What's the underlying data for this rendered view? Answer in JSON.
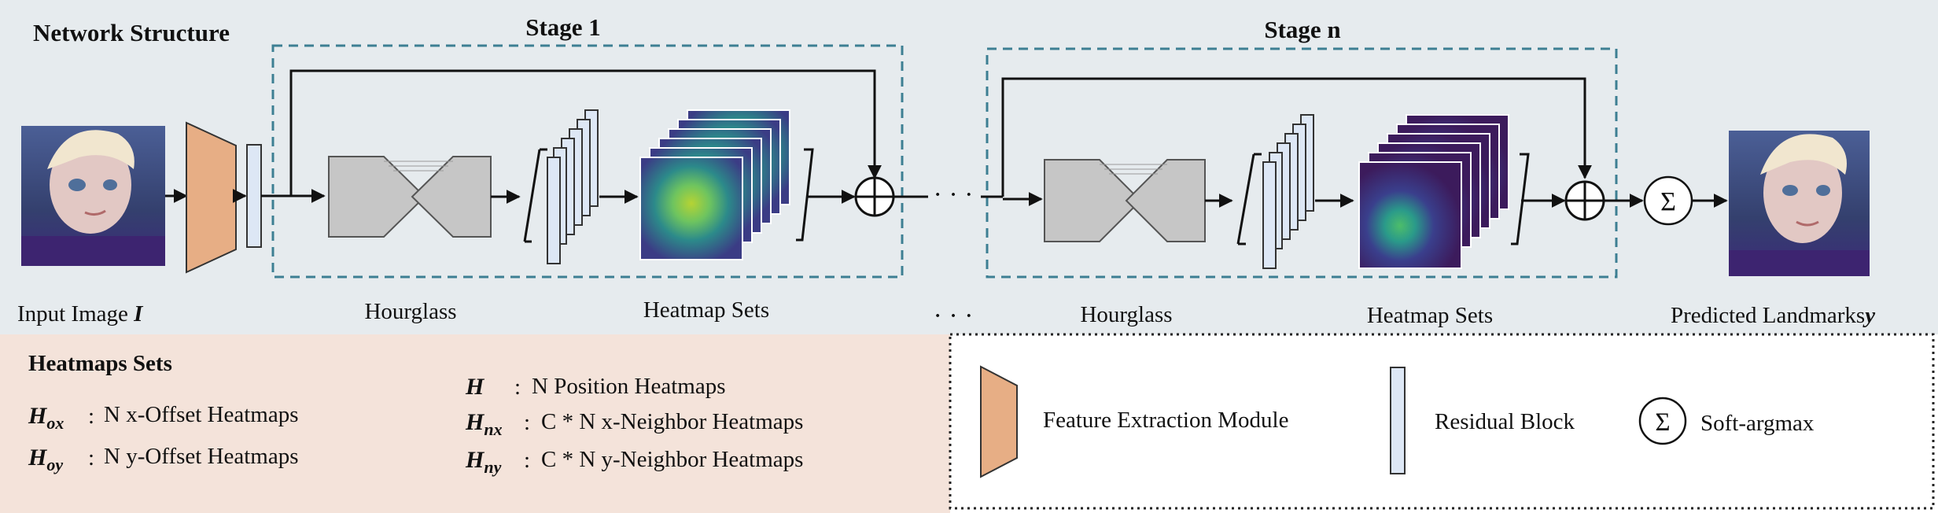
{
  "top": {
    "title": "Network Structure",
    "stage1": "Stage 1",
    "stagen": "Stage n",
    "input_label": "Input Image",
    "input_sym": "I",
    "hourglass1": "Hourglass",
    "heatmaps1": "Heatmap Sets",
    "ellipsis": "· · ·",
    "ellipsis2": "· · ·",
    "hourglass2": "Hourglass",
    "heatmaps2": "Heatmap Sets",
    "output_label": "Predicted Landmarks",
    "output_sym": "y"
  },
  "legend_left": {
    "title": "Heatmaps Sets",
    "items": [
      {
        "sym": "H",
        "sub": "ox",
        "sep": ":",
        "text": "N x-Offset Heatmaps"
      },
      {
        "sym": "H",
        "sub": "oy",
        "sep": ":",
        "text": "N y-Offset Heatmaps"
      },
      {
        "sym": "H",
        "sub": "",
        "sep": ":",
        "text": "N Position Heatmaps"
      },
      {
        "sym": "H",
        "sub": "nx",
        "sep": ":",
        "text": "C * N x-Neighbor Heatmaps"
      },
      {
        "sym": "H",
        "sub": "ny",
        "sep": ":",
        "text": "C * N y-Neighbor Heatmaps"
      }
    ]
  },
  "legend_right": {
    "feature": "Feature Extraction Module",
    "residual": "Residual Block",
    "softargmax": "Soft-argmax",
    "sigma": "Σ"
  },
  "colors": {
    "top_bg": "#e6ebee",
    "legend_left_bg": "#f4e3da",
    "feature_fill": "#e7ae85",
    "residual_fill": "#dde7f5",
    "hourglass_fill": "#c6c6c6",
    "stage_border": "#3d7f93"
  }
}
